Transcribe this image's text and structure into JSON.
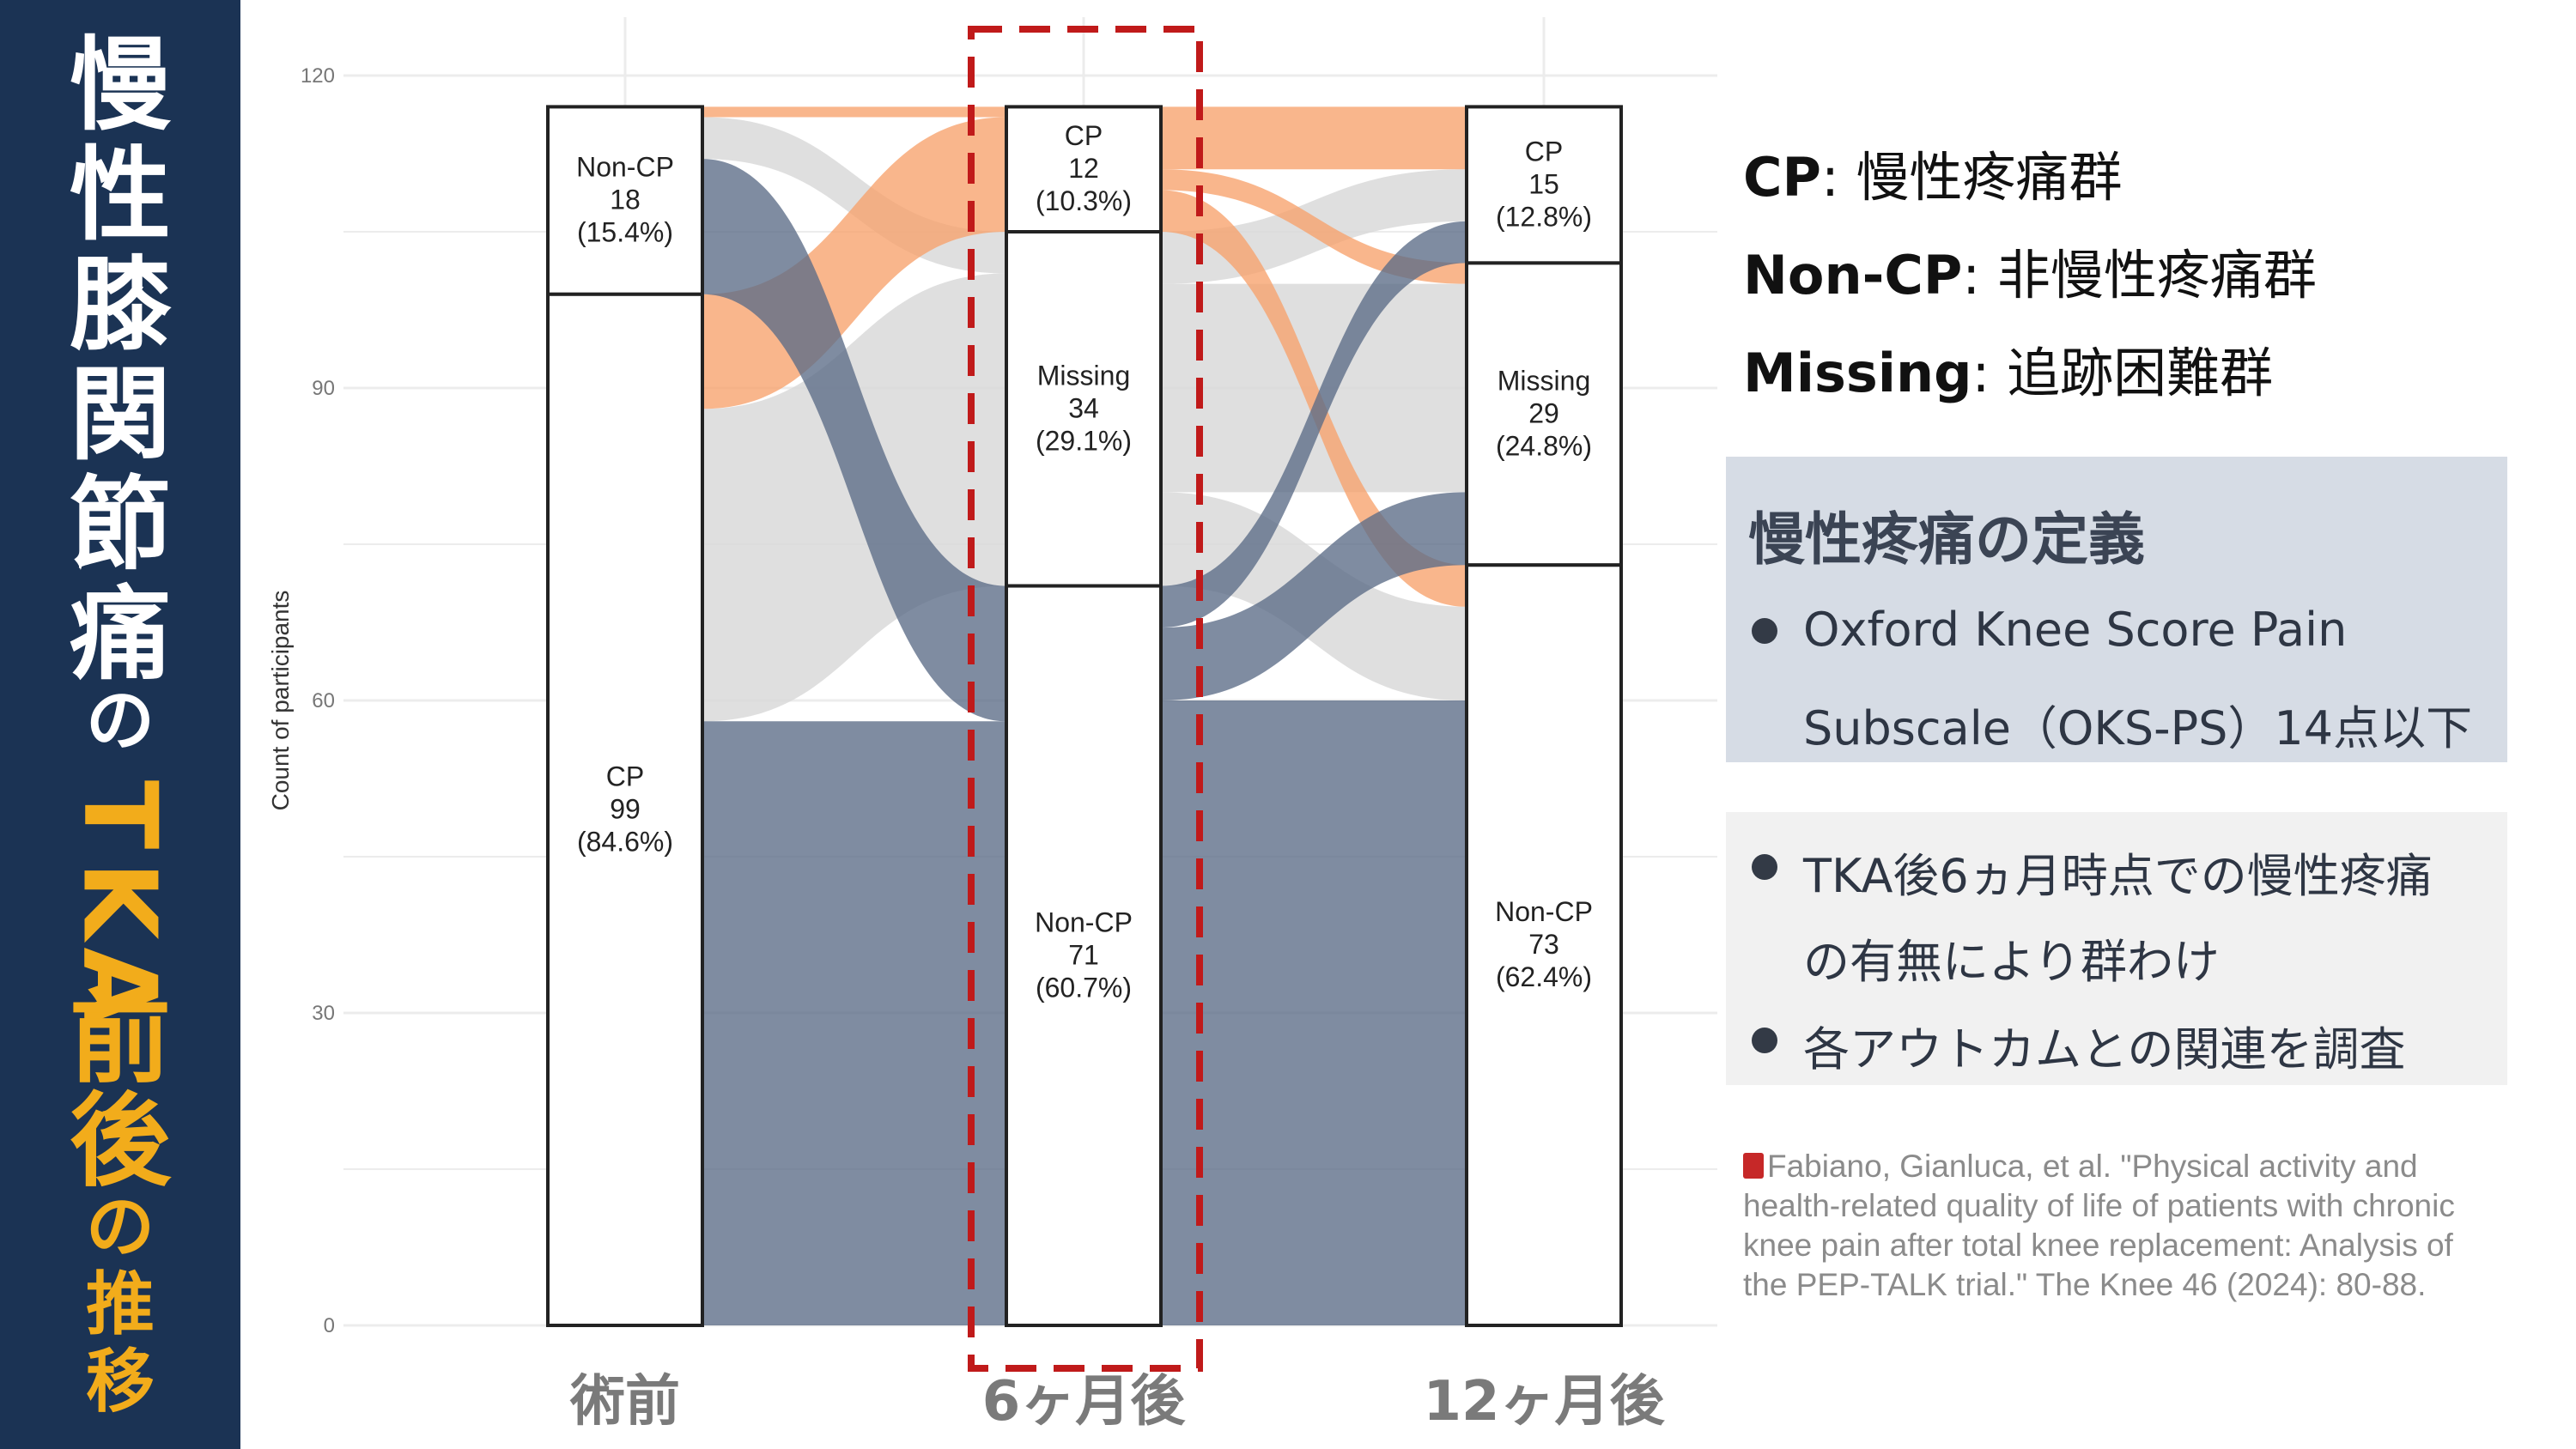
{
  "sidebar": {
    "title_main": [
      "慢",
      "性",
      "膝",
      "関",
      "節",
      "痛"
    ],
    "title_no1": "の",
    "title_tka": [
      "T",
      "K",
      "A"
    ],
    "title_zengo": [
      "前",
      "後"
    ],
    "title_no2": "の",
    "title_suii": [
      "推",
      "移"
    ]
  },
  "legend": [
    {
      "term": "CP",
      "desc": ": 慢性疼痛群"
    },
    {
      "term": "Non-CP",
      "desc": ": 非慢性疼痛群"
    },
    {
      "term": "Missing",
      "desc": ": 追跡困難群"
    }
  ],
  "definition": {
    "title": "慢性疼痛の定義",
    "line1": "Oxford Knee Score Pain",
    "line2": "Subscale（OKS-PS）14点以下"
  },
  "method": {
    "line1": "TKA後6ヵ月時点での慢性疼痛",
    "line2": "の有無により群わけ",
    "line3": "各アウトカムとの関連を調査"
  },
  "reference": "Fabiano, Gianluca, et al. \"Physical activity and health-related quality of life of patients with chronic knee pain after total knee replacement: Analysis of the PEP-TALK trial.\" The Knee 46 (2024): 80-88.",
  "colors": {
    "sidebar_bg": "#1b3354",
    "highlight_yellow": "#f2ac1b",
    "cp_flow": "#f7a16b",
    "noncp_flow": "#5b6b86",
    "missing_flow": "#d9d9d9",
    "highlight_box": "#c01a1a"
  },
  "chart_data": {
    "type": "alluvial",
    "ylabel": "Count of participants",
    "ylim": [
      0,
      120
    ],
    "yticks": [
      0,
      30,
      60,
      90,
      120
    ],
    "categories": [
      "術前",
      "6ヶ月後",
      "12ヶ月後"
    ],
    "highlighted_category": "6ヶ月後",
    "stacks": [
      [
        {
          "label": "Non-CP",
          "count": "18",
          "pct": "(15.4%)",
          "value": 18
        },
        {
          "label": "CP",
          "count": "99",
          "pct": "(84.6%)",
          "value": 99
        }
      ],
      [
        {
          "label": "CP",
          "count": "12",
          "pct": "(10.3%)",
          "value": 12
        },
        {
          "label": "Missing",
          "count": "34",
          "pct": "(29.1%)",
          "value": 34
        },
        {
          "label": "Non-CP",
          "count": "71",
          "pct": "(60.7%)",
          "value": 71
        }
      ],
      [
        {
          "label": "CP",
          "count": "15",
          "pct": "(12.8%)",
          "value": 15
        },
        {
          "label": "Missing",
          "count": "29",
          "pct": "(24.8%)",
          "value": 29
        },
        {
          "label": "Non-CP",
          "count": "73",
          "pct": "(62.4%)",
          "value": 73
        }
      ]
    ],
    "flows_pre_to_6m": [
      {
        "from": "Non-CP",
        "to": "CP",
        "value": 1,
        "group": "CP"
      },
      {
        "from": "Non-CP",
        "to": "Missing",
        "value": 4,
        "group": "Missing"
      },
      {
        "from": "Non-CP",
        "to": "Non-CP",
        "value": 13,
        "group": "Non-CP"
      },
      {
        "from": "CP",
        "to": "CP",
        "value": 11,
        "group": "CP"
      },
      {
        "from": "CP",
        "to": "Missing",
        "value": 30,
        "group": "Missing"
      },
      {
        "from": "CP",
        "to": "Non-CP",
        "value": 58,
        "group": "Non-CP"
      }
    ],
    "flows_6m_to_12m": [
      {
        "from": "CP",
        "to": "CP",
        "value": 6,
        "group": "CP"
      },
      {
        "from": "CP",
        "to": "Missing",
        "value": 2,
        "group": "CP"
      },
      {
        "from": "CP",
        "to": "Non-CP",
        "value": 4,
        "group": "CP"
      },
      {
        "from": "Missing",
        "to": "CP",
        "value": 5,
        "group": "Missing"
      },
      {
        "from": "Missing",
        "to": "Missing",
        "value": 20,
        "group": "Missing"
      },
      {
        "from": "Missing",
        "to": "Non-CP",
        "value": 9,
        "group": "Missing"
      },
      {
        "from": "Non-CP",
        "to": "CP",
        "value": 4,
        "group": "Non-CP"
      },
      {
        "from": "Non-CP",
        "to": "Missing",
        "value": 7,
        "group": "Non-CP"
      },
      {
        "from": "Non-CP",
        "to": "Non-CP",
        "value": 60,
        "group": "Non-CP"
      }
    ]
  }
}
